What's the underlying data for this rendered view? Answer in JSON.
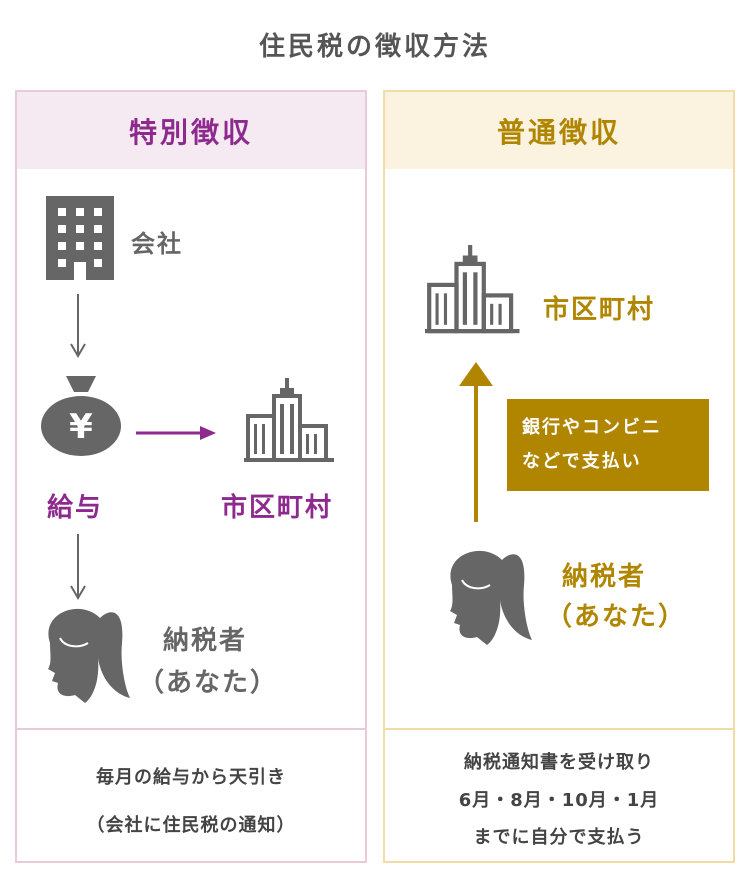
{
  "title": "住民税の徴収方法",
  "colors": {
    "special": "#8e2a8e",
    "normal": "#b08500",
    "icon": "#666666"
  },
  "special": {
    "header": "特別徴収",
    "company": "会社",
    "salary": "給与",
    "municipality": "市区町村",
    "taxpayer": "納税者",
    "you": "（あなた）",
    "footer": [
      "毎月の給与から天引き",
      "（会社に住民税の通知）"
    ]
  },
  "normal": {
    "header": "普通徴収",
    "municipality": "市区町村",
    "payment": [
      "銀行やコンビニ",
      "などで支払い"
    ],
    "taxpayer": "納税者",
    "you": "（あなた）",
    "footer": [
      "納税通知書を受け取り",
      "6月・8月・10月・1月",
      "までに自分で支払う"
    ]
  }
}
